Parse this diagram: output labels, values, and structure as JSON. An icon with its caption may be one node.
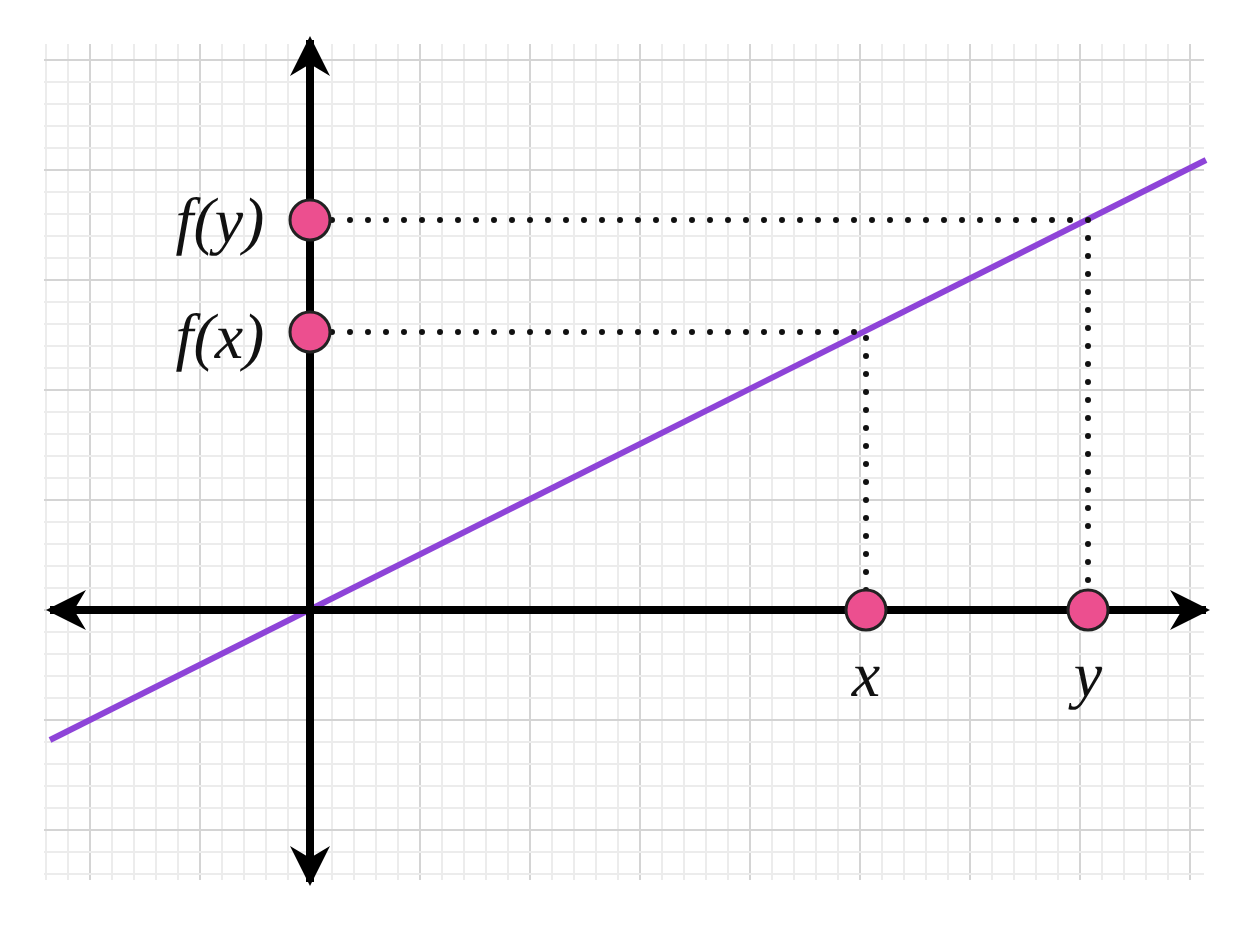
{
  "diagram": {
    "labels": [
      "f(y)",
      "f(x)",
      "x",
      "y"
    ]
  }
}
